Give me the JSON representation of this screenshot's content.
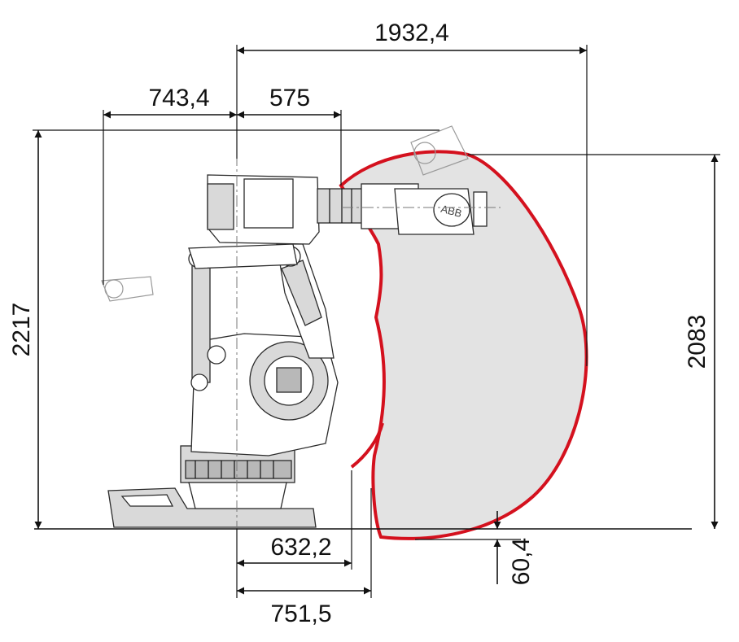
{
  "diagram": {
    "brand_text": "ABB",
    "dimensions": {
      "top_reach": "1932,4",
      "rear_reach": "743,4",
      "upper_arm_offset": "575",
      "total_height": "2217",
      "envelope_height": "2083",
      "min_reach_inner": "632,2",
      "min_reach_floor": "751,5",
      "below_floor": "60,4"
    },
    "colors": {
      "envelope_stroke": "#d4111e",
      "envelope_fill": "#e3e3e3",
      "line": "#111111"
    }
  }
}
